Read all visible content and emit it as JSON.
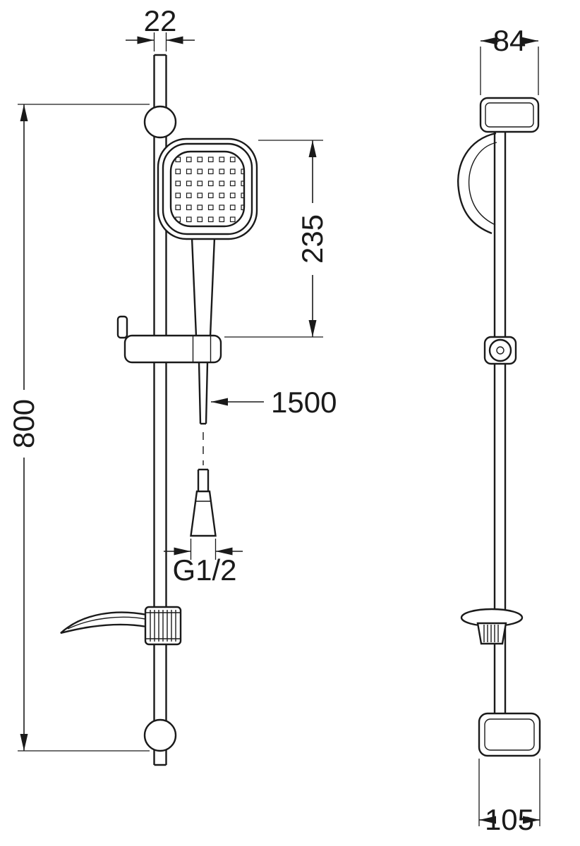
{
  "colors": {
    "background": "#ffffff",
    "line": "#1a1a1a"
  },
  "dimensions": {
    "rail_width": "22",
    "top_bracket_depth": "84",
    "handset_length": "235",
    "rail_length": "800",
    "hose_length": "1500",
    "thread_size": "G1/2",
    "bottom_bracket_depth": "105"
  }
}
